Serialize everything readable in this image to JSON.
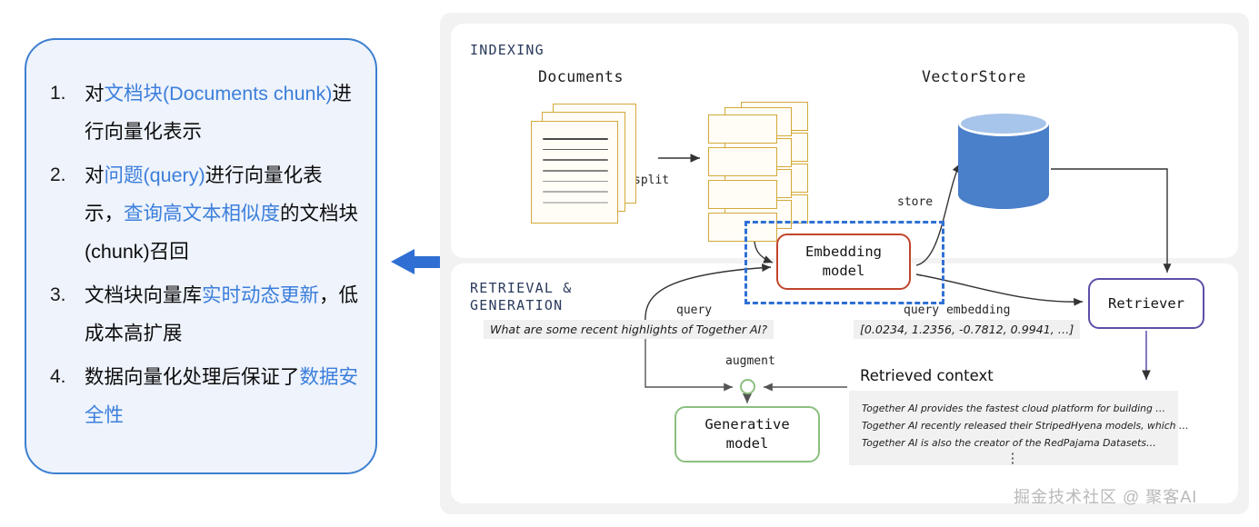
{
  "left_panel": {
    "items": [
      {
        "num": "1.",
        "segments": [
          {
            "t": "对",
            "hl": false
          },
          {
            "t": "文档块(Documents chunk)",
            "hl": true
          },
          {
            "t": "进行向量化表示",
            "hl": false
          }
        ]
      },
      {
        "num": "2.",
        "segments": [
          {
            "t": "对",
            "hl": false
          },
          {
            "t": "问题(query)",
            "hl": true
          },
          {
            "t": "进行向量化表示，",
            "hl": false
          },
          {
            "t": "查询高文本相似度",
            "hl": true
          },
          {
            "t": "的文档块(chunk)召回",
            "hl": false
          }
        ]
      },
      {
        "num": "3.",
        "segments": [
          {
            "t": "文档块向量库",
            "hl": false
          },
          {
            "t": "实时动态更新",
            "hl": true
          },
          {
            "t": "，低成本高扩展",
            "hl": false
          }
        ]
      },
      {
        "num": "4.",
        "segments": [
          {
            "t": "数据向量化处理后保证了",
            "hl": false
          },
          {
            "t": "数据安全性",
            "hl": true
          }
        ]
      }
    ]
  },
  "diagram": {
    "sections": {
      "indexing_label": "INDEXING",
      "retrieval_label": "RETRIEVAL &\nGENERATION"
    },
    "indexing": {
      "documents_title": "Documents",
      "vectorstore_title": "VectorStore",
      "split_label": "split",
      "store_label": "store"
    },
    "nodes": {
      "embedding_model": "Embedding\nmodel",
      "retriever": "Retriever",
      "generative_model": "Generative\nmodel"
    },
    "retrieval": {
      "query_label": "query",
      "query_embedding_label": "query embedding",
      "augment_label": "augment",
      "question_text": "What are some recent highlights of Together AI?",
      "embedding_vector": "[0.0234, 1.2356, -0.7812, 0.9941, …]",
      "retrieved_context_title": "Retrieved context",
      "context_lines": [
        "Together AI provides the fastest cloud platform for building …",
        "Together AI recently released their StripedHyena models, which …",
        "Together AI is also the creator of the RedPajama Datasets…"
      ],
      "context_ellipsis": "⋮"
    }
  },
  "watermark": "掘金技术社区 @ 聚客AI",
  "colors": {
    "card_fill": "#eef3fc",
    "card_border": "#3d7fd0",
    "highlight_text": "#3c7fdb",
    "arrow_blue": "#2f6fd4",
    "doc_gold": "#d2a93a",
    "cylinder_blue": "#4a7fc9",
    "cylinder_top": "#a7c4ea",
    "embedding_border": "#c0442c",
    "retriever_border": "#5b4fa8",
    "generative_border": "#8cc07f",
    "dashed_blue": "#2f70d6",
    "section_label": "#2a3a5c"
  }
}
